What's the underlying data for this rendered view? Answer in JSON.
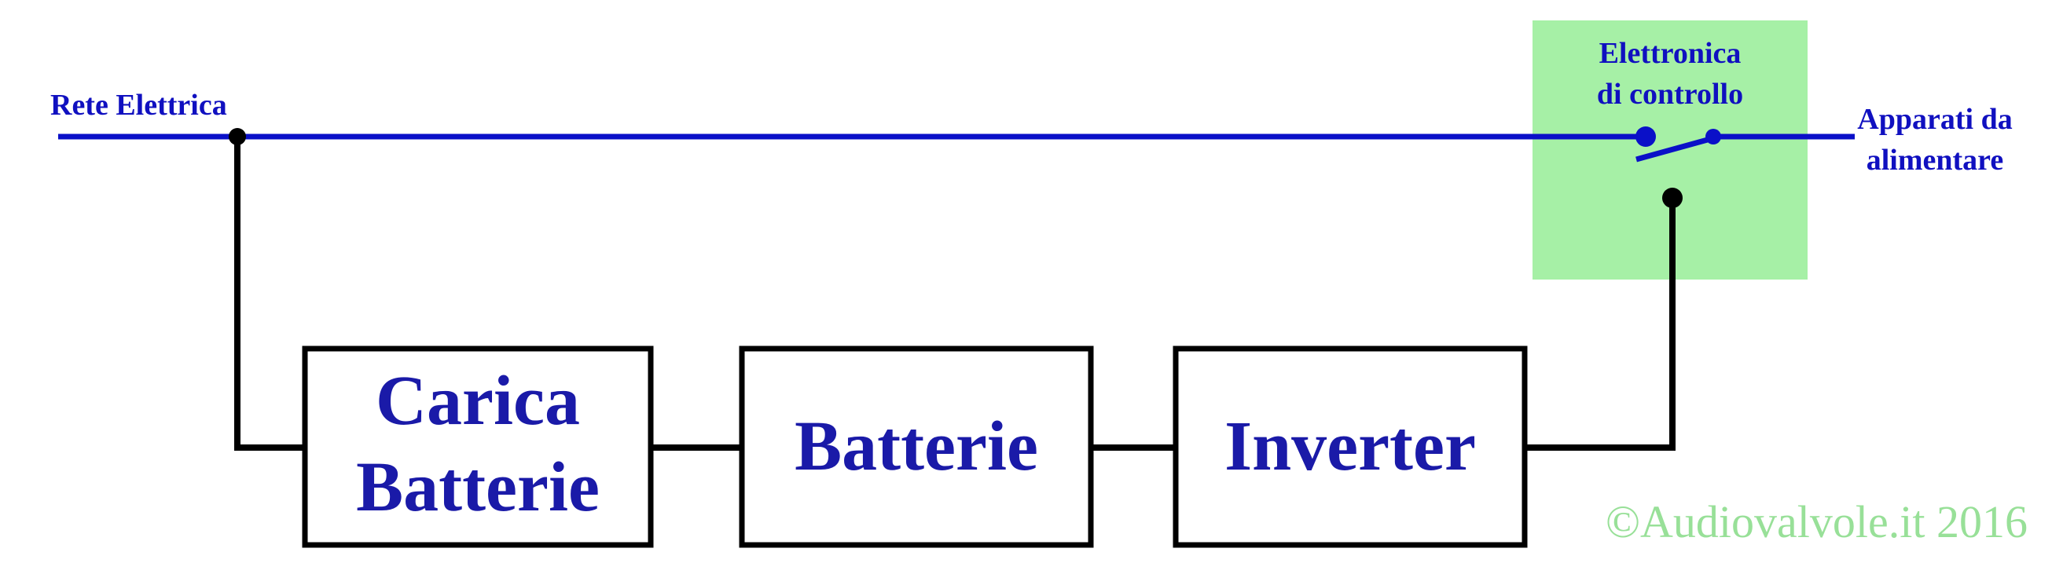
{
  "labels": {
    "grid": "Rete Elettrica",
    "control_line1": "Elettronica",
    "control_line2": "di controllo",
    "load_line1": "Apparati da",
    "load_line2": "alimentare",
    "charger_line1": "Carica",
    "charger_line2": "Batterie",
    "batteries": "Batterie",
    "inverter": "Inverter",
    "copyright": "©Audiovalvole.it 2016"
  },
  "colors": {
    "mains_line": "#0a10c8",
    "label_text": "#1010c0",
    "block_text": "#1a1aa8",
    "wire": "#000000",
    "control_box": "#a6f0a6",
    "copyright": "#98e098"
  }
}
